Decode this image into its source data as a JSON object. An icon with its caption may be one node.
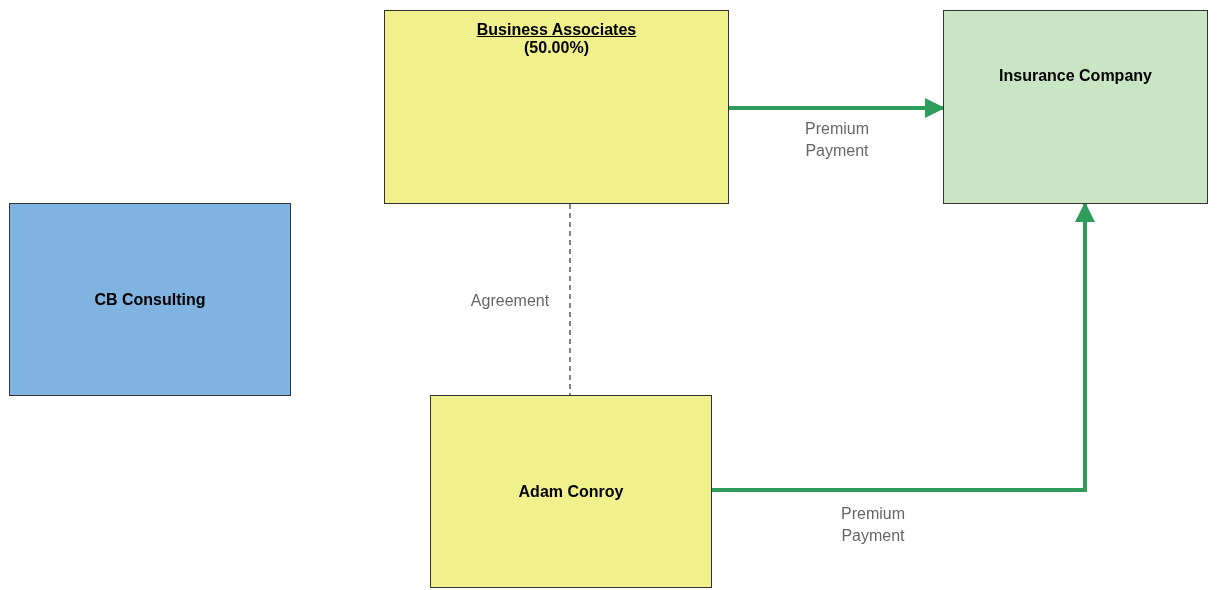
{
  "diagram": {
    "nodes": [
      {
        "text": [
          "Business Associates",
          "(50.00%)"
        ]
      },
      {
        "text": [
          "Insurance Company"
        ]
      },
      {
        "text": [
          "CB Consulting"
        ]
      },
      {
        "text": [
          "Adam Conroy"
        ]
      }
    ],
    "edges": [
      {
        "from": 0,
        "to": 1,
        "arrow": "to",
        "label": "Premium Payment"
      },
      {
        "from": 3,
        "to": 1,
        "arrow": "to",
        "label": "Premium Payment"
      },
      {
        "from": 0,
        "to": 3,
        "arrow": "none",
        "label": "Agreement",
        "style": "dashed",
        "color": "#333333"
      }
    ]
  }
}
